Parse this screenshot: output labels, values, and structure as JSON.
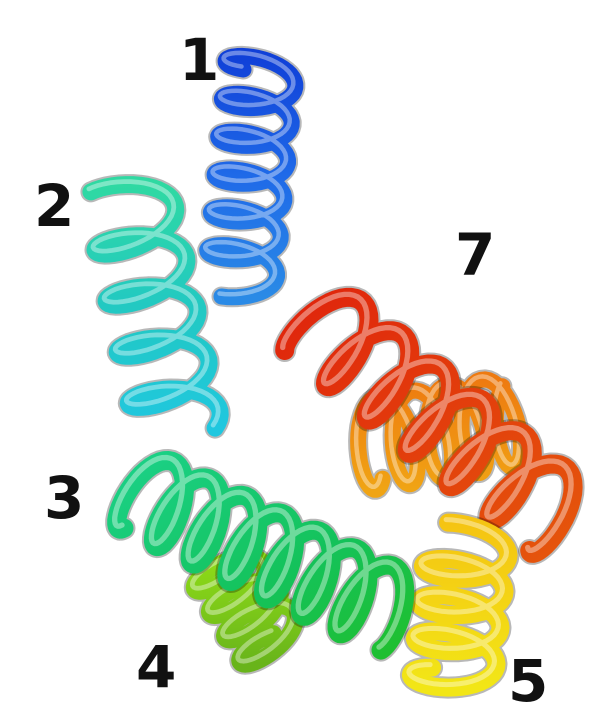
{
  "labels": {
    "h1": "1",
    "h2": "2",
    "h3": "3",
    "h4": "4",
    "h5": "5",
    "h7": "7"
  },
  "helices": [
    {
      "id": "helix-1",
      "color": "#1f5fe8"
    },
    {
      "id": "helix-2",
      "color": "#27d6b0"
    },
    {
      "id": "helix-3",
      "color": "#17c76a"
    },
    {
      "id": "helix-4",
      "color": "#86d21a"
    },
    {
      "id": "helix-5",
      "color": "#f1dc12"
    },
    {
      "id": "helix-6",
      "color": "#f08a10"
    },
    {
      "id": "helix-7",
      "color": "#e6380c"
    }
  ]
}
